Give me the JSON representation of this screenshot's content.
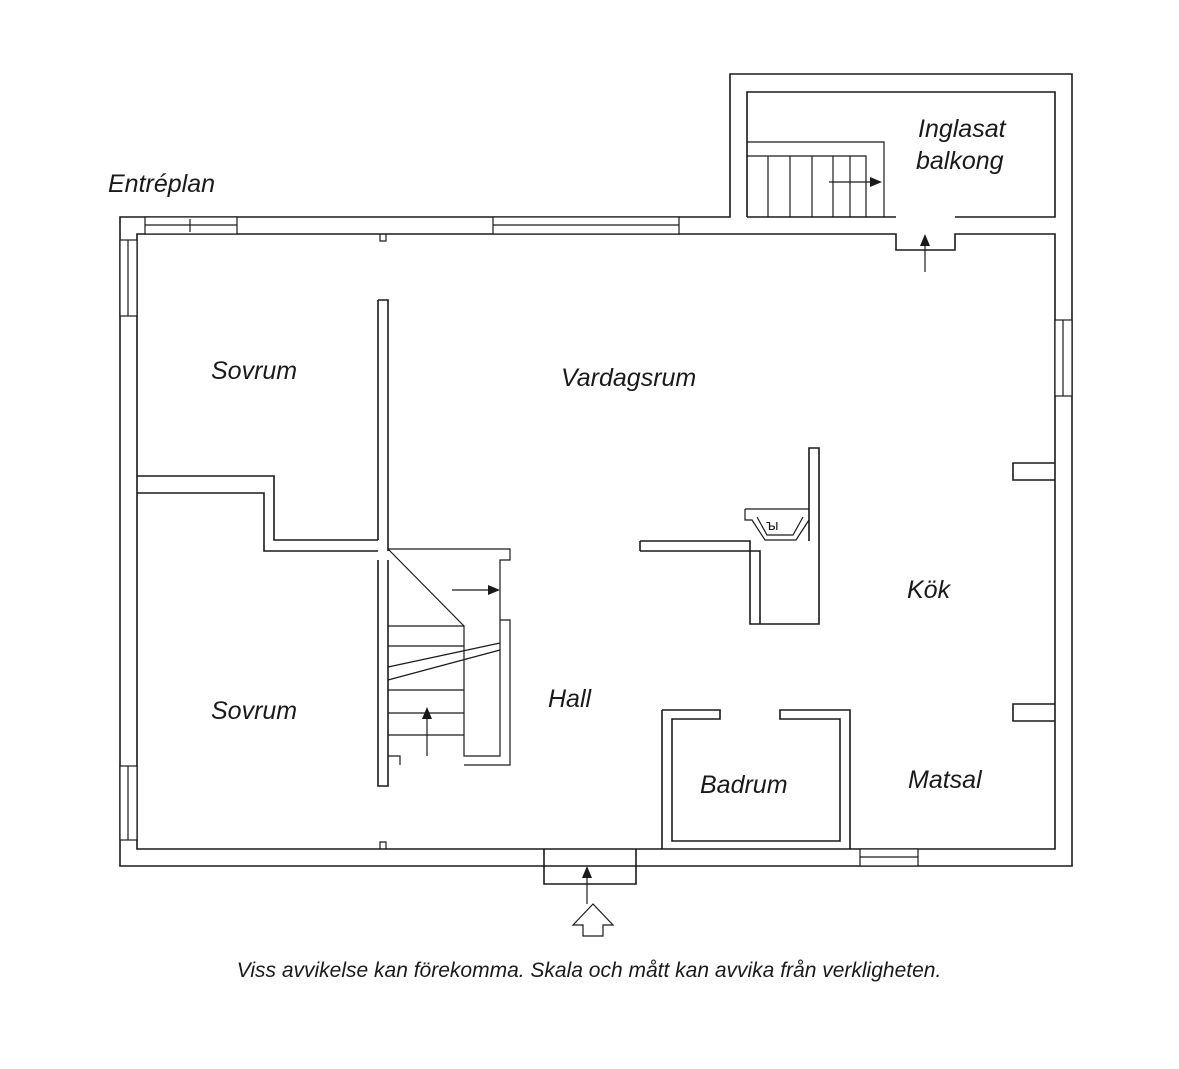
{
  "plan_title": "Entréplan",
  "rooms": {
    "bedroom_upper": "Sovrum",
    "bedroom_lower": "Sovrum",
    "living_room": "Vardagsrum",
    "kitchen": "Kök",
    "hall": "Hall",
    "bathroom": "Badrum",
    "dining_room": "Matsal",
    "balcony_line1": "Inglasat",
    "balcony_line2": "balkong"
  },
  "disclaimer": "Viss avvikelse kan förekomma. Skala och mått kan avvika från verkligheten."
}
